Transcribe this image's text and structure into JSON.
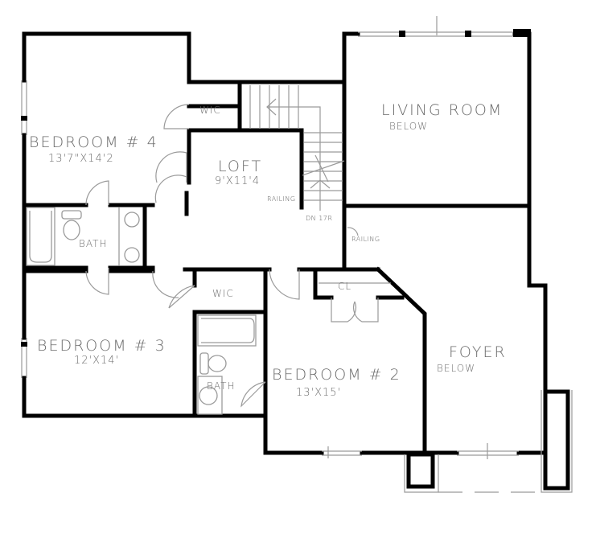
{
  "plan": {
    "type": "second-floor-plan",
    "wall_color": "#000000",
    "fixture_color": "#9a9a9a",
    "label_color": "#6a6a6a"
  },
  "rooms": {
    "bedroom4": {
      "name": "BEDROOM # 4",
      "dims": "13'7\"X14'2"
    },
    "wic_top": {
      "name": "WIC"
    },
    "loft": {
      "name": "LOFT",
      "dims": "9'X11'4"
    },
    "living_room": {
      "name": "LIVING ROOM",
      "note": "BELOW"
    },
    "bath_left": {
      "name": "BATH"
    },
    "bedroom3": {
      "name": "BEDROOM # 3",
      "dims": "12'X14'"
    },
    "wic_mid": {
      "name": "WIC"
    },
    "bath_mid": {
      "name": "BATH"
    },
    "closet": {
      "name": "CL"
    },
    "bedroom2": {
      "name": "BEDROOM # 2",
      "dims": "13'X15'"
    },
    "foyer": {
      "name": "FOYER",
      "note": "BELOW"
    }
  },
  "annotations": {
    "railing_loft": "RAILING",
    "stair_direction": "DN 17R",
    "railing_foyer": "RAILING"
  }
}
